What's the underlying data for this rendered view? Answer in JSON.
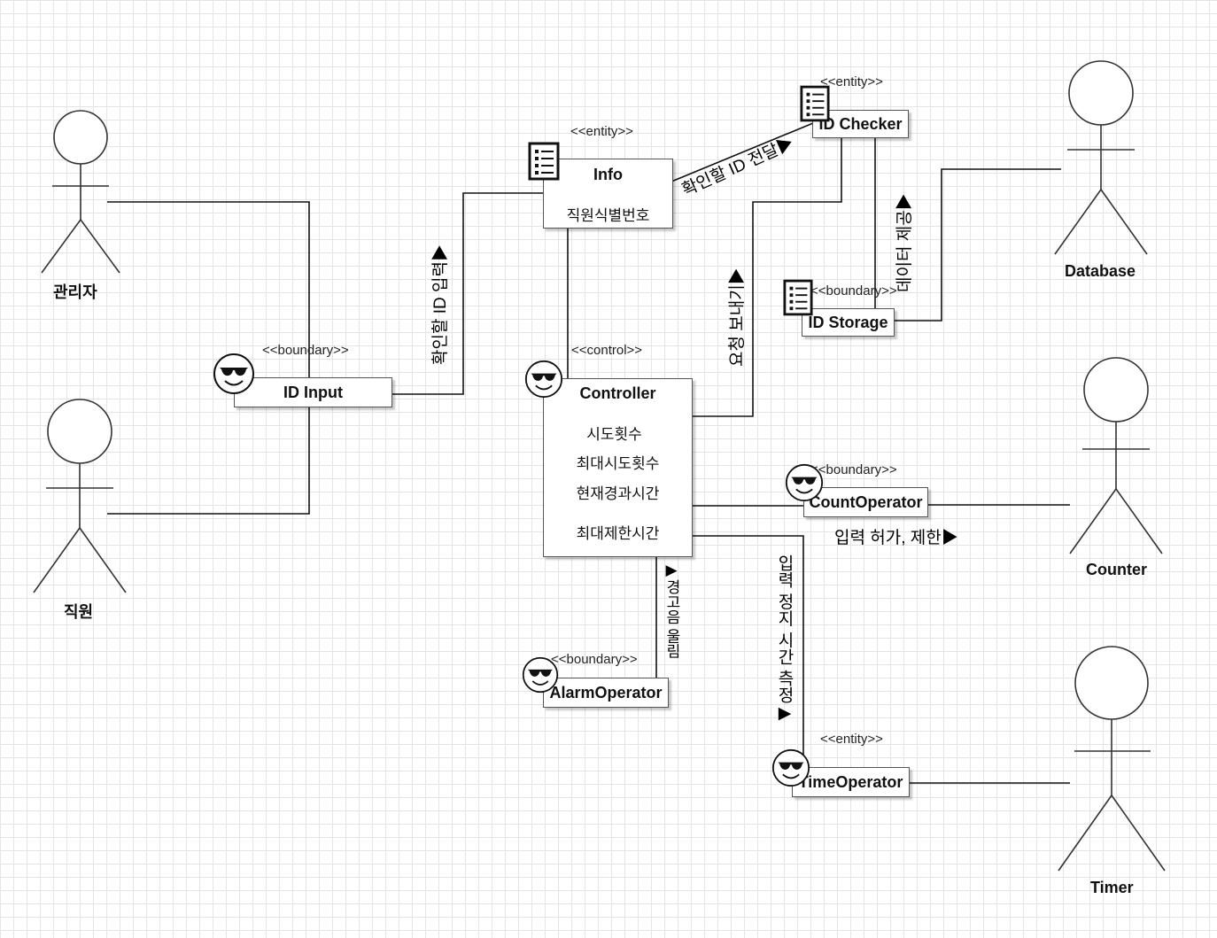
{
  "actors": {
    "manager": "관리자",
    "employee": "직원",
    "database": "Database",
    "counter": "Counter",
    "timer": "Timer"
  },
  "classes": {
    "info": {
      "stereotype": "<<entity>>",
      "name": "Info",
      "attrs": [
        "직원식별번호"
      ]
    },
    "id_checker": {
      "stereotype": "<<entity>>",
      "name": "ID Checker"
    },
    "id_storage": {
      "stereotype": "<<boundary>>",
      "name": "ID Storage"
    },
    "id_input": {
      "stereotype": "<<boundary>>",
      "name": "ID Input"
    },
    "controller": {
      "stereotype": "<<control>>",
      "name": "Controller",
      "attrs": [
        "시도횟수",
        "최대시도횟수",
        "현재경과시간",
        "최대제한시간"
      ]
    },
    "count_operator": {
      "stereotype": "<<boundary>>",
      "name": "CountOperator"
    },
    "alarm_operator": {
      "stereotype": "<<boundary>>",
      "name": "AlarmOperator"
    },
    "time_operator": {
      "stereotype": "<<entity>>",
      "name": "TimeOperator"
    }
  },
  "messages": {
    "id_input_msg": "확인할 ID 입력",
    "id_pass_msg": "확인할 ID 전달",
    "request_msg": "요청 보내기",
    "data_msg": "데이터 제공",
    "count_msg": "입력 허가, 제한",
    "time_msg": "입력 정지 시간 측정",
    "alarm_msg": "경고음 울림"
  },
  "arrow_glyph": "▶"
}
